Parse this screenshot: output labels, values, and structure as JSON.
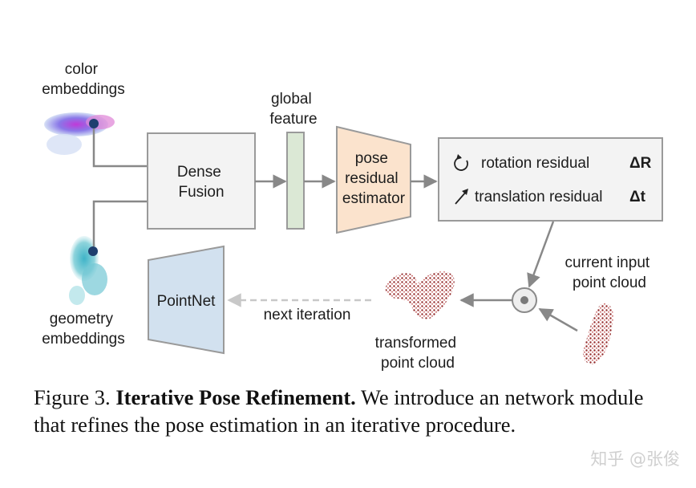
{
  "labels": {
    "color_embeddings": [
      "color",
      "embeddings"
    ],
    "geometry_embeddings": [
      "geometry",
      "embeddings"
    ],
    "global_feature": [
      "global",
      "feature"
    ],
    "dense_fusion": [
      "Dense",
      "Fusion"
    ],
    "pose_residual_estimator": [
      "pose",
      "residual",
      "estimator"
    ],
    "rotation_residual": "rotation residual",
    "rotation_symbol": "ΔR",
    "translation_residual": "translation residual",
    "translation_symbol": "Δt",
    "current_input_point_cloud": [
      "current input",
      "point cloud"
    ],
    "transformed_point_cloud": [
      "transformed",
      "point cloud"
    ],
    "pointnet": "PointNet",
    "next_iteration": "next iteration"
  },
  "caption": {
    "prefix": "Figure 3. ",
    "title": "Iterative Pose Refinement.",
    "body": " We introduce an network module that refines the pose estimation in an iterative procedure."
  },
  "watermark": "知乎 @张俊",
  "colors": {
    "dense_fusion_fill": "#f3f3f3",
    "global_feature_fill": "#dbe8d5",
    "estimator_fill": "#fbe3cd",
    "pointnet_fill": "#d2e1ef",
    "residual_box_fill": "#f3f3f3",
    "point_cloud_red": "#9c2a2a",
    "arrow_gray": "#888888"
  }
}
